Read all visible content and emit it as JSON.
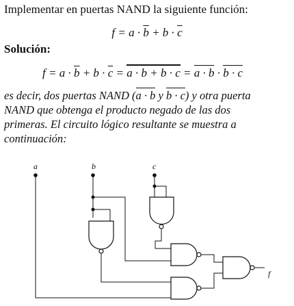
{
  "statement": "Implementar en puertas NAND la siguiente función:",
  "equation1": {
    "lhs": "f = a · ",
    "bbar": "b",
    "mid": " + b · ",
    "cbar": "c"
  },
  "solution_heading": "Solución:",
  "equation2": {
    "p1": "f = a · ",
    "bbar1": "b",
    "p2": " + b · ",
    "cbar1": "c",
    "p3": " = ",
    "dbl_a": "a · b + b · c",
    "p4": " = ",
    "n_ab": "a · b",
    "p5": " · ",
    "n_bc": "b · c"
  },
  "explanation": {
    "l1a": "es decir, dos puertas NAND (",
    "l1b": "a · b",
    "l1c": " y ",
    "l1d": "b · c",
    "l1e": ") y otra puerta",
    "l2": "NAND que obtenga el producto negado de las dos",
    "l3": "primeras. El circuito lógico resultante se muestra a",
    "l4": "continuación:"
  },
  "circuit": {
    "input_a": "a",
    "input_b": "b",
    "input_c": "c",
    "output_f": "f"
  }
}
